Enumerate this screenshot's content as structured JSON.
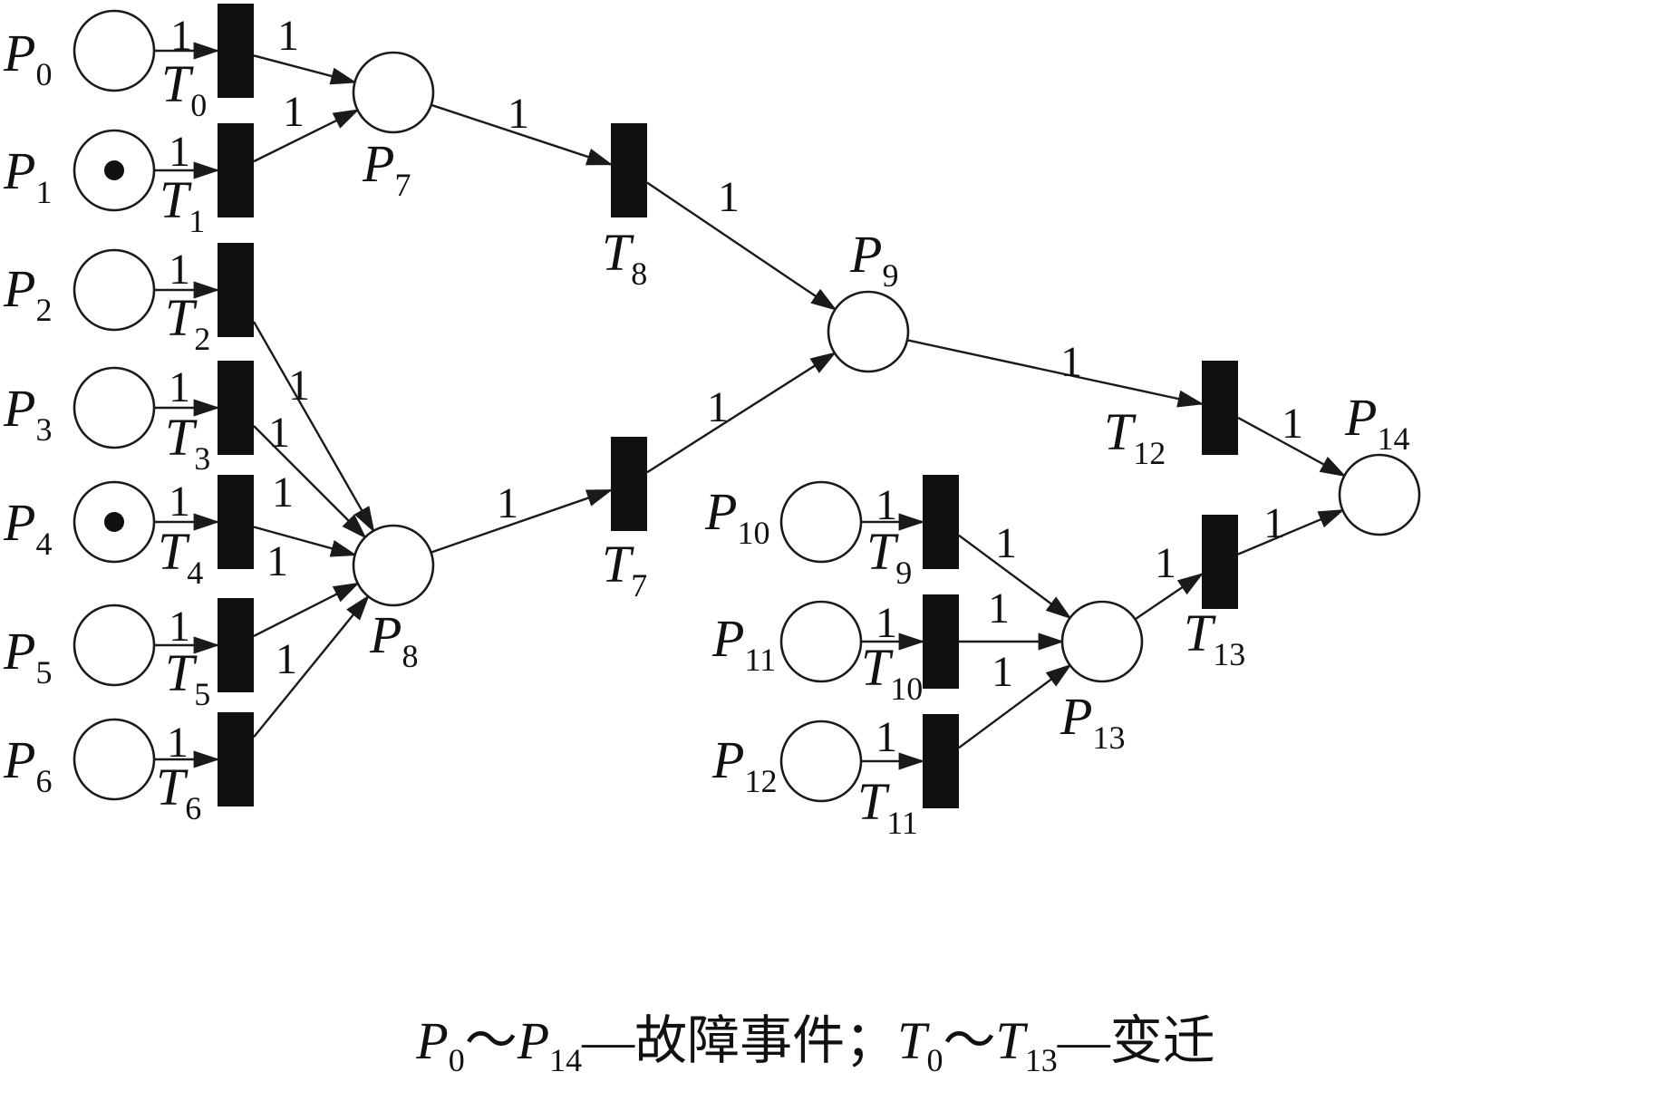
{
  "colors": {
    "stroke": "#1a1a1a",
    "transition_fill": "#111111",
    "place_fill": "#ffffff",
    "background": "#ffffff"
  },
  "places": [
    {
      "id": "P0",
      "main": "P",
      "sub": "0",
      "token": false
    },
    {
      "id": "P1",
      "main": "P",
      "sub": "1",
      "token": true
    },
    {
      "id": "P2",
      "main": "P",
      "sub": "2",
      "token": false
    },
    {
      "id": "P3",
      "main": "P",
      "sub": "3",
      "token": false
    },
    {
      "id": "P4",
      "main": "P",
      "sub": "4",
      "token": true
    },
    {
      "id": "P5",
      "main": "P",
      "sub": "5",
      "token": false
    },
    {
      "id": "P6",
      "main": "P",
      "sub": "6",
      "token": false
    },
    {
      "id": "P7",
      "main": "P",
      "sub": "7",
      "token": false
    },
    {
      "id": "P8",
      "main": "P",
      "sub": "8",
      "token": false
    },
    {
      "id": "P9",
      "main": "P",
      "sub": "9",
      "token": false
    },
    {
      "id": "P10",
      "main": "P",
      "sub": "10",
      "token": false
    },
    {
      "id": "P11",
      "main": "P",
      "sub": "11",
      "token": false
    },
    {
      "id": "P12",
      "main": "P",
      "sub": "12",
      "token": false
    },
    {
      "id": "P13",
      "main": "P",
      "sub": "13",
      "token": false
    },
    {
      "id": "P14",
      "main": "P",
      "sub": "14",
      "token": false
    }
  ],
  "transitions": [
    {
      "id": "T0",
      "main": "T",
      "sub": "0"
    },
    {
      "id": "T1",
      "main": "T",
      "sub": "1"
    },
    {
      "id": "T2",
      "main": "T",
      "sub": "2"
    },
    {
      "id": "T3",
      "main": "T",
      "sub": "3"
    },
    {
      "id": "T4",
      "main": "T",
      "sub": "4"
    },
    {
      "id": "T5",
      "main": "T",
      "sub": "5"
    },
    {
      "id": "T6",
      "main": "T",
      "sub": "6"
    },
    {
      "id": "T7",
      "main": "T",
      "sub": "7"
    },
    {
      "id": "T8",
      "main": "T",
      "sub": "8"
    },
    {
      "id": "T9",
      "main": "T",
      "sub": "9"
    },
    {
      "id": "T10",
      "main": "T",
      "sub": "10"
    },
    {
      "id": "T11",
      "main": "T",
      "sub": "11"
    },
    {
      "id": "T12",
      "main": "T",
      "sub": "12"
    },
    {
      "id": "T13",
      "main": "T",
      "sub": "13"
    }
  ],
  "arcs": [
    {
      "from": "P0",
      "to": "T0",
      "weight": "1"
    },
    {
      "from": "P1",
      "to": "T1",
      "weight": "1"
    },
    {
      "from": "P2",
      "to": "T2",
      "weight": "1"
    },
    {
      "from": "P3",
      "to": "T3",
      "weight": "1"
    },
    {
      "from": "P4",
      "to": "T4",
      "weight": "1"
    },
    {
      "from": "P5",
      "to": "T5",
      "weight": "1"
    },
    {
      "from": "P6",
      "to": "T6",
      "weight": "1"
    },
    {
      "from": "T0",
      "to": "P7",
      "weight": "1"
    },
    {
      "from": "T1",
      "to": "P7",
      "weight": "1"
    },
    {
      "from": "T2",
      "to": "P8",
      "weight": "1"
    },
    {
      "from": "T3",
      "to": "P8",
      "weight": "1"
    },
    {
      "from": "T4",
      "to": "P8",
      "weight": "1"
    },
    {
      "from": "T5",
      "to": "P8",
      "weight": "1"
    },
    {
      "from": "T6",
      "to": "P8",
      "weight": "1"
    },
    {
      "from": "P7",
      "to": "T8",
      "weight": "1"
    },
    {
      "from": "P8",
      "to": "T7",
      "weight": "1"
    },
    {
      "from": "T8",
      "to": "P9",
      "weight": "1"
    },
    {
      "from": "T7",
      "to": "P9",
      "weight": "1"
    },
    {
      "from": "P9",
      "to": "T12",
      "weight": "1"
    },
    {
      "from": "T12",
      "to": "P14",
      "weight": "1"
    },
    {
      "from": "P10",
      "to": "T9",
      "weight": "1"
    },
    {
      "from": "P11",
      "to": "T10",
      "weight": "1"
    },
    {
      "from": "P12",
      "to": "T11",
      "weight": "1"
    },
    {
      "from": "T9",
      "to": "P13",
      "weight": "1"
    },
    {
      "from": "T10",
      "to": "P13",
      "weight": "1"
    },
    {
      "from": "T11",
      "to": "P13",
      "weight": "1"
    },
    {
      "from": "P13",
      "to": "T13",
      "weight": "1"
    },
    {
      "from": "T13",
      "to": "P14",
      "weight": "1"
    }
  ],
  "caption": {
    "p_from_main": "P",
    "p_from_sub": "0",
    "tilde1": "～",
    "p_to_main": "P",
    "p_to_sub": "14",
    "p_desc": "—故障事件；",
    "t_from_main": "T",
    "t_from_sub": "0",
    "tilde2": "～",
    "t_to_main": "T",
    "t_to_sub": "13",
    "t_desc": "—变迁"
  }
}
